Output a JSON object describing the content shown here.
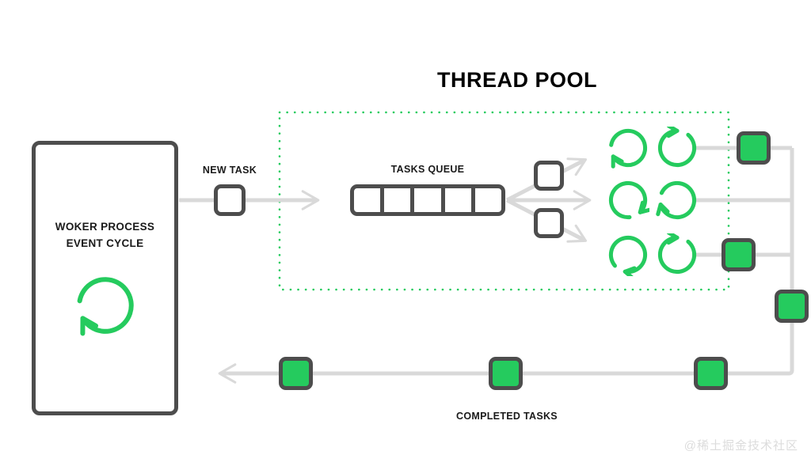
{
  "title": "THREAD POOL",
  "worker_box": {
    "line1": "WOKER PROCESS",
    "line2": "EVENT CYCLE"
  },
  "new_task_label": "NEW TASK",
  "tasks_queue_label": "TASKS QUEUE",
  "completed_tasks_label": "COMPLETED TASKS",
  "watermark": "@稀土掘金技术社区",
  "queue_cell_count": 5,
  "thread_icon_count": 6,
  "colors": {
    "green": "#25CB5E",
    "dark_border": "#4D4D4D",
    "wire_gray": "#D9D9D9",
    "text": "#1A1A1A",
    "watermark_gray": "#DCDCDC"
  }
}
